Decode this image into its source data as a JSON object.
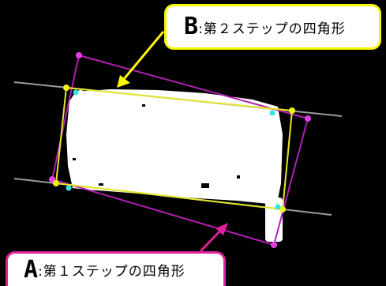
{
  "callout_b": {
    "letter": "B",
    "text": ":第２ステップの四角形",
    "border_color": "#f7f700"
  },
  "callout_a": {
    "letter": "A",
    "text": ":第１ステップの四角形",
    "border_color": "#e0209c"
  },
  "colors": {
    "background": "#000000",
    "step1_rectangle": "#b11fb1",
    "step2_rectangle": "#e6e62a",
    "guide_lines": "#9a9a9a",
    "blob": "#ffffff",
    "magenta_point": "#e63fe6",
    "cyan_point": "#33e6e6",
    "yellow_point": "#f2f21a",
    "arrow_b": "#f7f700",
    "arrow_a": "#e0209c"
  }
}
